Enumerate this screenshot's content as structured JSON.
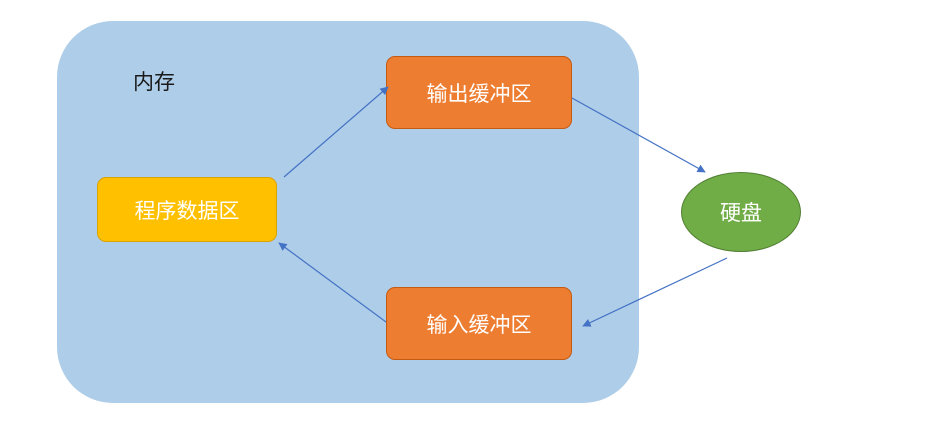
{
  "memory": {
    "label": "内存"
  },
  "nodes": {
    "program_data": "程序数据区",
    "output_buffer": "输出缓冲区",
    "input_buffer": "输入缓冲区",
    "disk": "硬盘"
  },
  "colors": {
    "memory_fill": "#aecde9",
    "program_fill": "#ffc000",
    "program_border": "#d9a300",
    "buffer_fill": "#ed7d31",
    "buffer_border": "#c55a11",
    "disk_fill": "#70ad47",
    "disk_border": "#507e32",
    "arrow": "#4472c4"
  }
}
